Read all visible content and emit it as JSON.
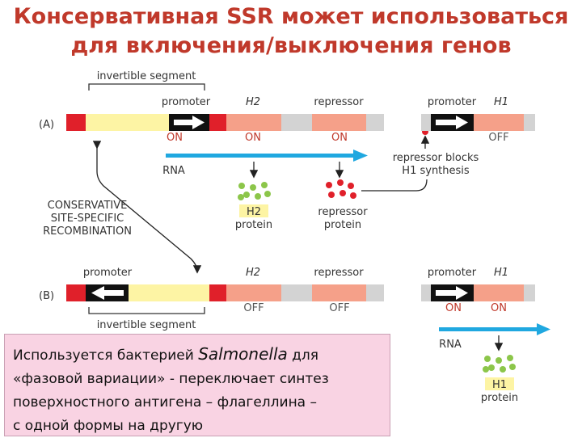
{
  "title": {
    "line1": "Консервативная SSR может использоваться",
    "line2": "для включения/выключения генов"
  },
  "diagram": {
    "panel_a": "(A)",
    "panel_b": "(B)",
    "invertible_segment": "invertible segment",
    "promoter": "promoter",
    "h2": "H2",
    "h1": "H1",
    "repressor": "repressor",
    "on": "ON",
    "off": "OFF",
    "rna": "RNA",
    "repressor_blocks_1": "repressor blocks",
    "repressor_blocks_2": "H1 synthesis",
    "h2_protein_gene": "H2",
    "h1_protein_gene": "H1",
    "protein": "protein",
    "repressor_protein_1": "repressor",
    "repressor_protein_2": "protein",
    "recomb_1": "CONSERVATIVE",
    "recomb_2": "SITE-SPECIFIC",
    "recomb_3": "RECOMBINATION"
  },
  "colors": {
    "title": "#c0392b",
    "red_box": "#e0202a",
    "yellow": "#fdf4a4",
    "salmon": "#f5a089",
    "gray": "#d3d3d3",
    "rna_arrow": "#20a8e0",
    "green_dot": "#8cc64a",
    "red_dot": "#e0202a",
    "note_bg": "#f9d3e3"
  },
  "note": {
    "line1_a": "Используется бактерией ",
    "line1_b": "Salmonella",
    "line1_c": " для",
    "line2": "«фазовой вариации» - переключает синтез",
    "line3": "поверхностного антигена – флагеллина –",
    "line4": "с одной формы на другую"
  }
}
